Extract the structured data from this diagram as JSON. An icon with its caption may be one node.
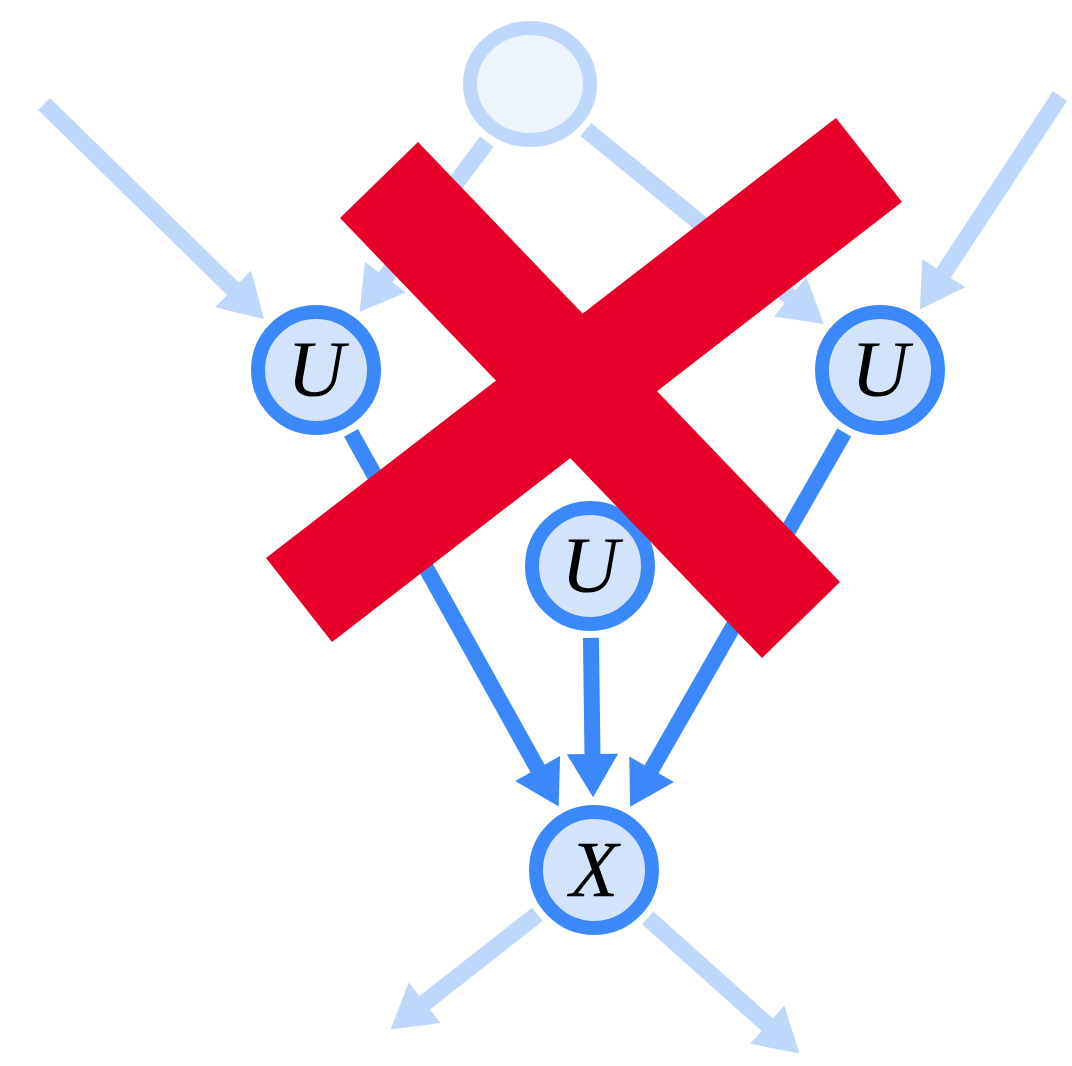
{
  "diagram": {
    "nodes": [
      {
        "text": [],
        "shape": "circle"
      },
      {
        "text": [
          "U"
        ]
      },
      {
        "text": [
          "U"
        ]
      },
      {
        "text": [
          "U"
        ]
      },
      {
        "text": [
          "X"
        ]
      }
    ],
    "edges": [
      {
        "from": null,
        "to": 1,
        "arrow": "to"
      },
      {
        "from": 0,
        "to": 1,
        "arrow": "to"
      },
      {
        "from": 0,
        "to": 3,
        "arrow": "to"
      },
      {
        "from": null,
        "to": 3,
        "arrow": "to"
      },
      {
        "from": 1,
        "to": 4,
        "arrow": "to",
        "color": "#3b88fb"
      },
      {
        "from": 2,
        "to": 4,
        "arrow": "to",
        "color": "#3b88fb"
      },
      {
        "from": 3,
        "to": 4,
        "arrow": "to",
        "color": "#3b88fb"
      },
      {
        "from": 4,
        "to": null,
        "arrow": "to"
      },
      {
        "from": 4,
        "to": null,
        "arrow": "to"
      }
    ]
  }
}
